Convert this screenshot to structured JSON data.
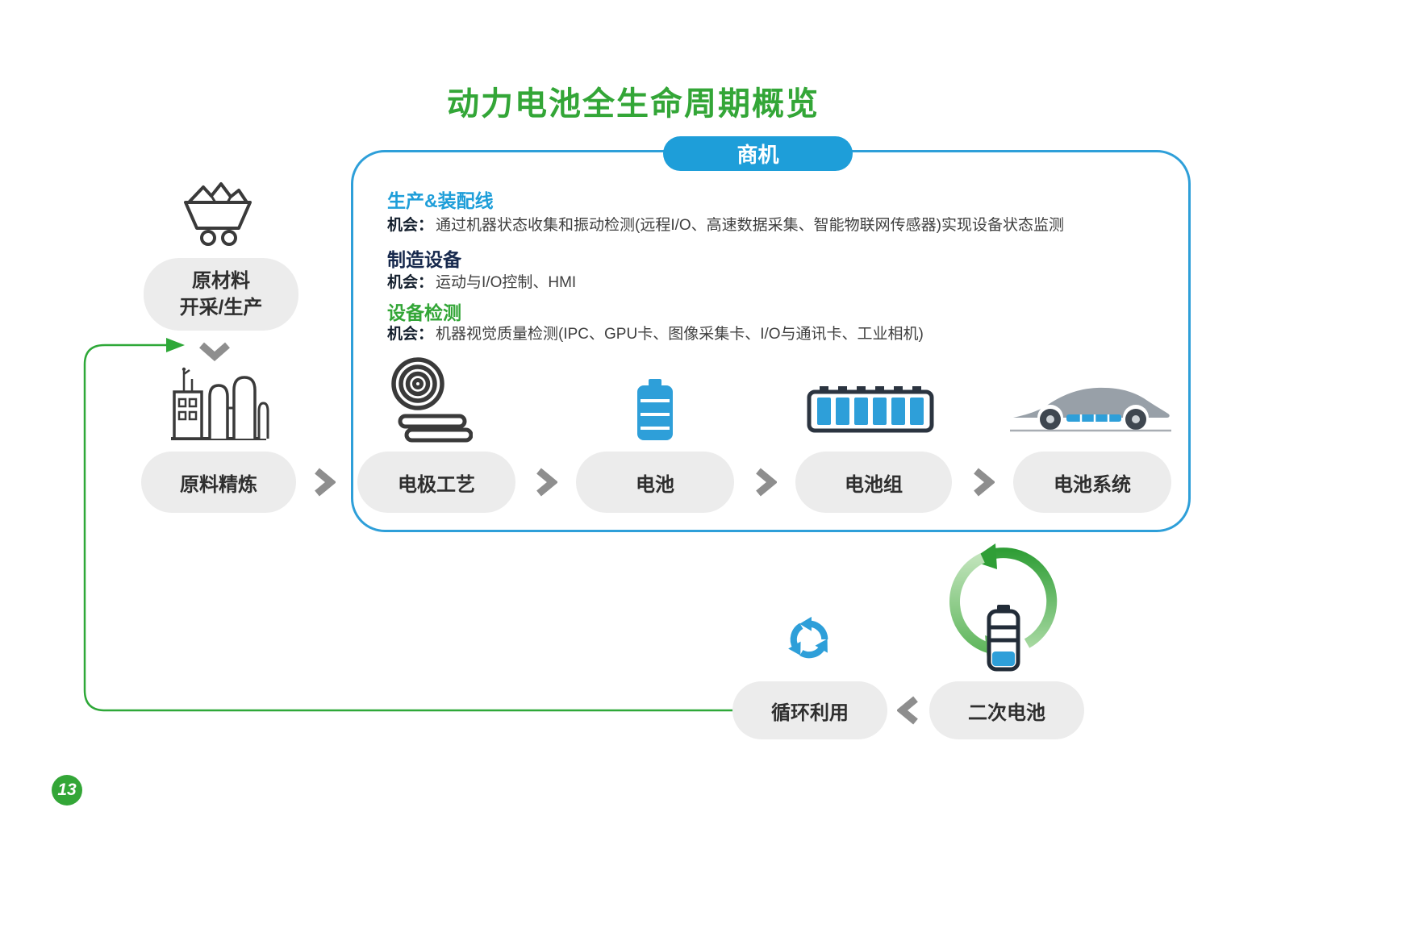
{
  "title": "动力电池全生命周期概览",
  "page_number": "13",
  "opportunity": {
    "tab_label": "商机",
    "sections": [
      {
        "heading": "生产&装配线",
        "label": "机会：",
        "body": "通过机器状态收集和振动检测(远程I/O、高速数据采集、智能物联网传感器)实现设备状态监测"
      },
      {
        "heading": "制造设备",
        "label": "机会：",
        "body": "运动与I/O控制、HMI"
      },
      {
        "heading": "设备检测",
        "label": "机会：",
        "body": "机器视觉质量检测(IPC、GPU卡、图像采集卡、I/O与通讯卡、工业相机)"
      }
    ]
  },
  "stages": {
    "raw_line1": "原材料",
    "raw_line2": "开采/生产",
    "refine": "原料精炼",
    "electrode": "电极工艺",
    "cell": "电池",
    "pack": "电池组",
    "system": "电池系统",
    "recycle": "循环利用",
    "second_life": "二次电池"
  },
  "colors": {
    "title_green": "#33a637",
    "accent_blue": "#1e9ed9",
    "navy": "#17294d",
    "pill_gray": "#ececec",
    "battery_blue": "#2e9fd9",
    "loop_green": "#2ea838",
    "car_gray": "#98a0a8"
  }
}
